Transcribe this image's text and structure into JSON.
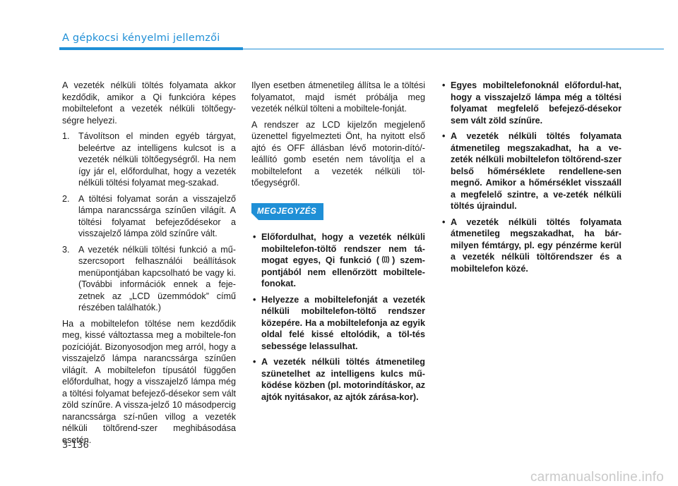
{
  "header": {
    "section_title": "A gépkocsi kényelmi jellemzői"
  },
  "column1": {
    "intro": "A vezeték nélküli töltés folyamata akkor kezdődik, amikor a Qi funkcióra képes mobiltelefont a vezeték nélküli töltőegy-ségre helyezi.",
    "steps": [
      {
        "num": "1.",
        "text": "Távolítson el minden egyéb tárgyat, beleértve az intelligens kulcsot is a vezeték nélküli töltőegységről. Ha nem így jár el, előfordulhat, hogy a vezeték nélküli töltési folyamat meg-szakad."
      },
      {
        "num": "2.",
        "text": "A töltési folyamat során a visszajelző lámpa narancssárga színűen világít. A töltési folyamat befejeződésekor a visszajelző lámpa zöld színűre vált."
      },
      {
        "num": "3.",
        "text": "A vezeték nélküli töltési funkció a mű-szercsoport felhasználói beállítások menüpontjában kapcsolható be vagy ki. (További információk ennek a feje-zetnek az „LCD üzemmódok” című részében találhatók.)"
      }
    ],
    "outro": "Ha a mobiltelefon töltése nem kezdődik meg, kissé változtassa meg a mobiltele-fon pozícióját. Bizonyosodjon meg arról, hogy a visszajelző lámpa narancssárga színűen világít. A mobiltelefon típusától függően előfordulhat, hogy a visszajelző lámpa még a töltési folyamat befejező-désekor sem vált zöld színűre. A vissza-jelző 10 másodpercig narancssárga szí-nűen villog a vezeték nélküli töltőrend-szer meghibásodása esetén."
  },
  "column2": {
    "para1": "Ilyen esetben átmenetileg állítsa le a töltési folyamatot, majd ismét próbálja meg vezeték nélkül tölteni a mobiltele-fonját.",
    "para2": "A rendszer az LCD kijelzőn megjelenő üzenettel figyelmezteti Önt, ha nyitott első ajtó és OFF állásban lévő motorin-dító/-leállító gomb esetén nem távolítja el a mobiltelefont a vezeték nélküli töl-tőegységről.",
    "note_label": "MEGJEGYZÉS",
    "bullet1_before": "Előfordulhat, hogy a vezeték nélküli mobiltelefon-töltő rendszer nem tá-mogat egyes, Qi funkció (",
    "bullet1_after": ") szem-pontjából nem ellenőrzött mobiltele-fonokat.",
    "bullets": [
      "Helyezze a mobiltelefonját a vezeték nélküli mobiltelefon-töltő rendszer közepére. Ha a mobiltelefonja az egyik oldal felé kissé eltolódik, a töl-tés sebessége lelassulhat.",
      "A vezeték nélküli töltés átmenetileg szünetelhet az intelligens kulcs mű-ködése közben (pl. motorindításkor, az ajtók nyitásakor, az ajtók zárása-kor)."
    ]
  },
  "column3": {
    "bullets": [
      "Egyes mobiltelefonoknál előfordul-hat, hogy a visszajelző lámpa még a töltési folyamat megfelelő befejező-désekor sem vált zöld színűre.",
      "A vezeték nélküli töltés folyamata átmenetileg megszakadhat, ha a ve-zeték nélküli mobiltelefon töltőrend-szer belső hőmérséklete rendellene-sen megnő. Amikor a hőmérséklet visszaáll a megfelelő szintre, a ve-zeték nélküli töltés újraindul.",
      "A vezeték nélküli töltés folyamata átmenetileg megszakadhat, ha bár-milyen fémtárgy, pl. egy pénzérme kerül a vezeték nélküli töltőrendszer és a mobiltelefon közé."
    ]
  },
  "footer": {
    "page_number": "3-136",
    "watermark": "carmanualsonline.info"
  },
  "bullet_char": "•",
  "icons": {
    "qi": "qi-symbol-icon"
  },
  "colors": {
    "accent": "#1f8fd6",
    "watermark": "#c9c9c9"
  }
}
